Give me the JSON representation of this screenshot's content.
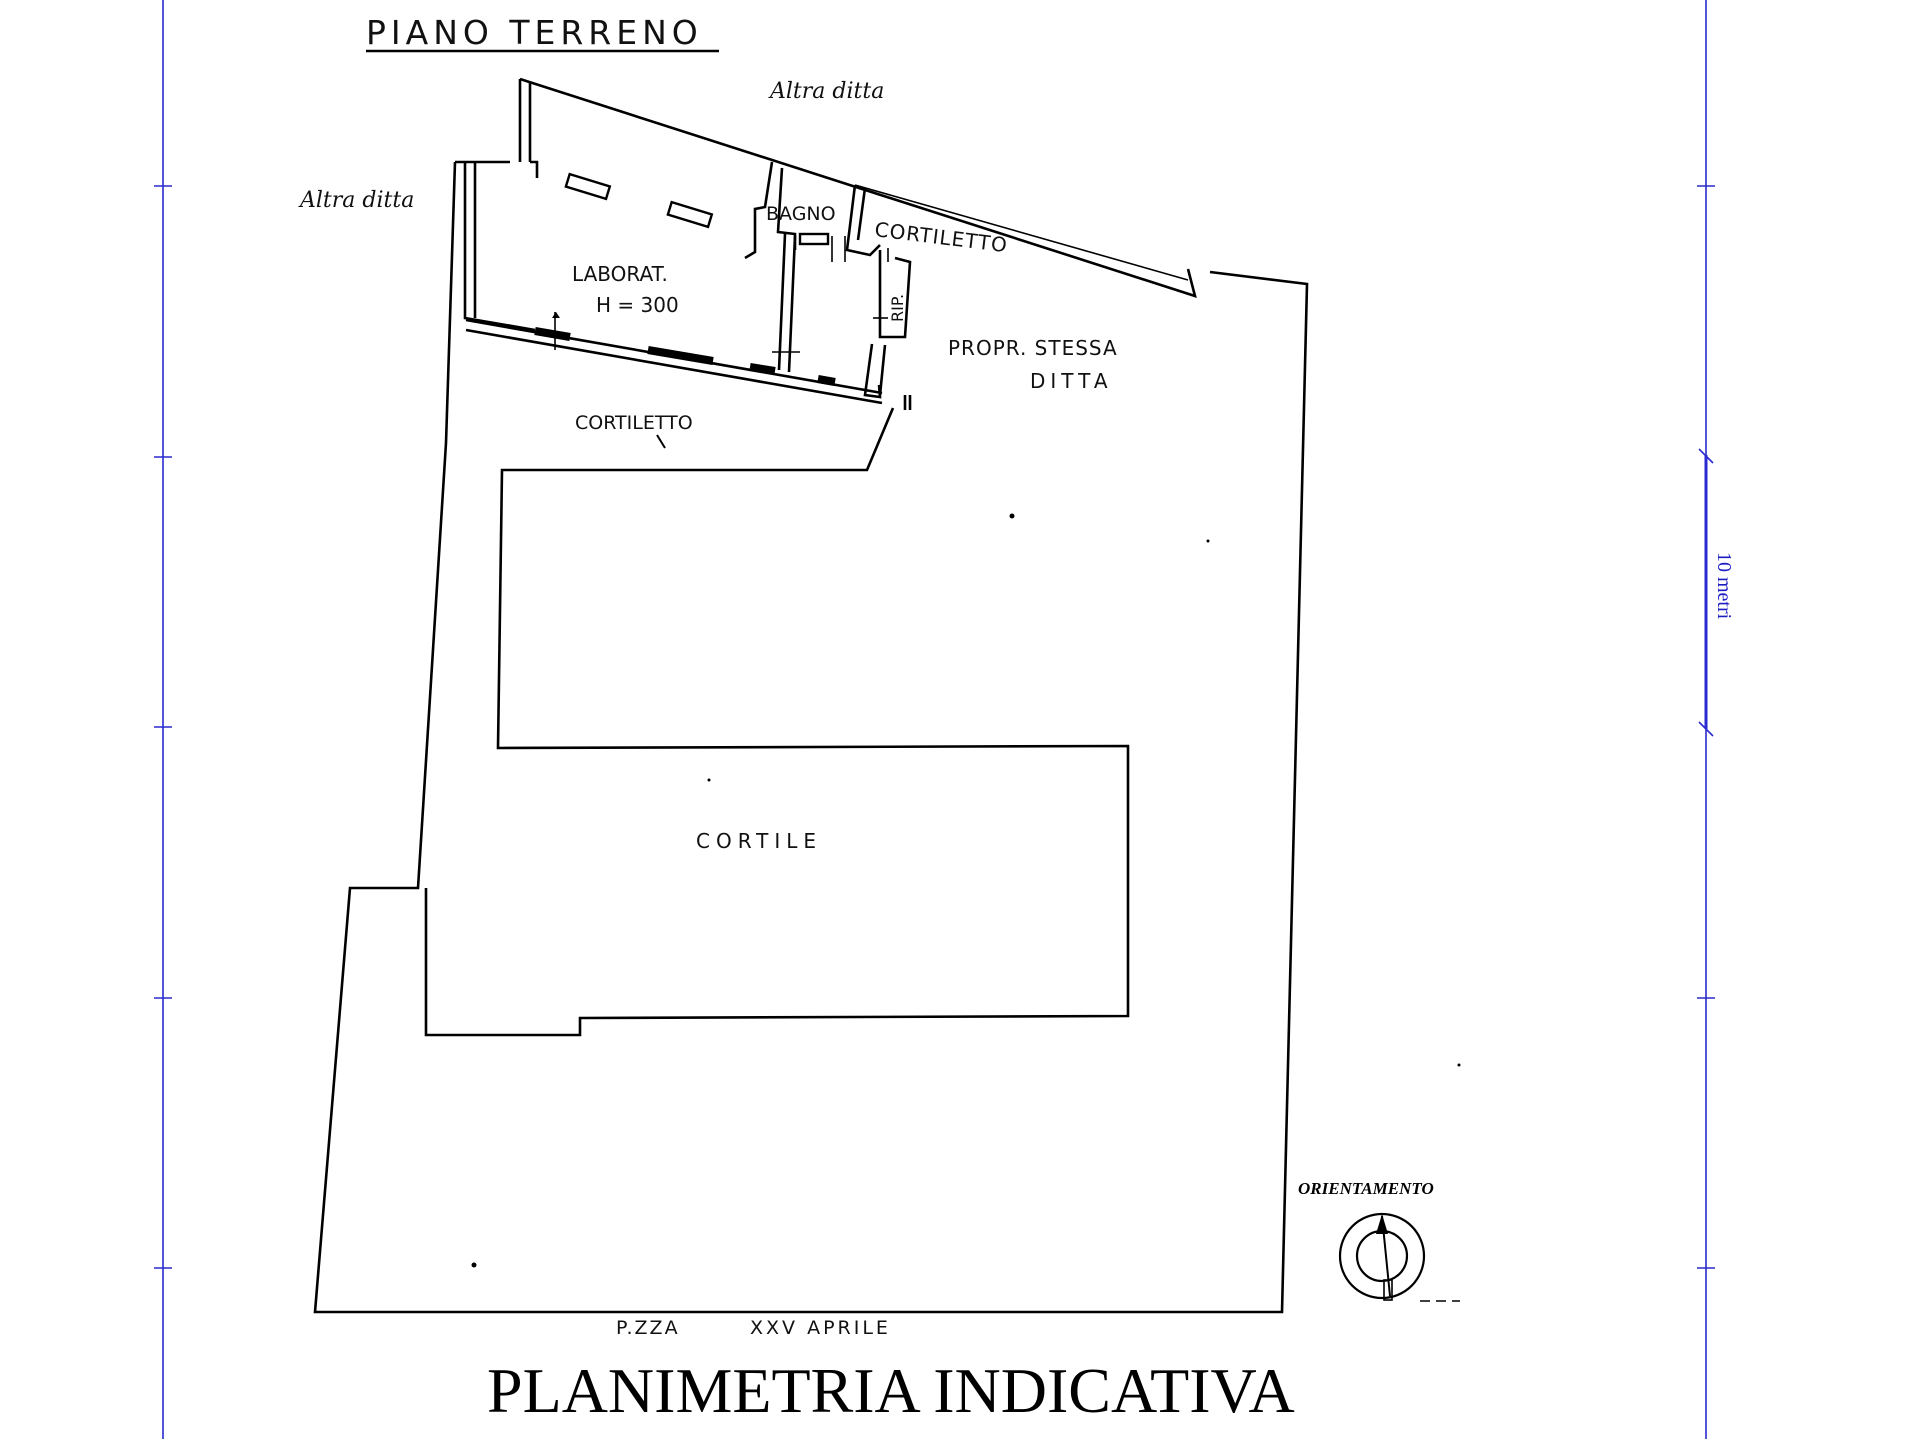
{
  "plan": {
    "floor_heading": "PIANO TERRENO",
    "neighbor_top": "Altra ditta",
    "neighbor_left": "Altra ditta",
    "rooms": {
      "bathroom": "BAGNO",
      "small_court_upper": "CORTILETTO",
      "lab_name": "LABORAT.",
      "lab_height": "H = 300",
      "storage": "RIP.",
      "same_owner_line1": "PROPR. STESSA",
      "same_owner_line2": "DITTA",
      "small_court_lower": "CORTILETTO",
      "courtyard": "CORTILE"
    },
    "street_prefix": "P.ZZA",
    "street_name": "XXV APRILE",
    "main_title": "PLANIMETRIA INDICATIVA",
    "orientation_label": "ORIENTAMENTO"
  },
  "scale_bar": {
    "label": "10 metri",
    "color": "#2a2ad0"
  },
  "colors": {
    "ink": "#000000",
    "scale": "#2a2ad0",
    "background": "#ffffff"
  }
}
